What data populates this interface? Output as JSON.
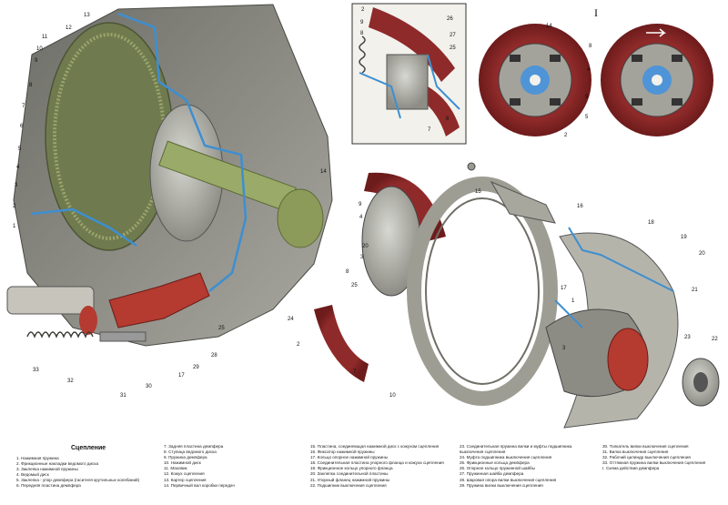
{
  "legend": {
    "title": "Сцепление",
    "columns": [
      [
        "1. Нажимная пружина",
        "2. Фрикционные накладки ведомого диска",
        "3. Заклепка нажимной пружины",
        "4. Ведомый диск",
        "5. Заклепка - упор демпфера (гасителя крутильных колебаний)",
        "6. Передняя пластина демпфера"
      ],
      [
        "7. Задняя пластина демпфера",
        "8. Ступица ведомого диска",
        "9. Пружина демпфера",
        "10. Нажимной диск",
        "11. Маховик",
        "12. Кожух сцепления",
        "13. Картер сцепления",
        "14. Первичный вал коробки передач"
      ],
      [
        "15. Пластина, соединяющая нажимной диск с кожухом сцепления",
        "16. Фиксатор нажимной пружины",
        "17. Кольцо опорное нажимной пружины",
        "18. Соединительная пластина упорного фланца и кожуха сцепления",
        "19. Фрикционное кольцо упорного фланца",
        "20. Заклепка соединительной пластины",
        "21. Упорный фланец нажимной пружины",
        "22. Подшипник выключения сцепления"
      ],
      [
        "23. Соединительная пружина вилки и муфты подшипника",
        "    выключения сцепления",
        "24. Муфта подшипника выключения сцепления",
        "25. Фрикционные кольца демпфера",
        "26. Опорное кольцо пружинной шайбы",
        "27. Пружинная шайба демпфера",
        "28. Шаровая опора вилки выключения сцепления",
        "29. Пружина вилки выключения сцепления"
      ],
      [
        "30. Толкатель вилки выключения сцепления",
        "31. Вилка выключения сцепления",
        "32. Рабочий цилиндр выключения сцепления",
        "33. Оттяжная пружина вилки выключения сцепления",
        "",
        "I.   Схема действия демпфера"
      ]
    ]
  },
  "detail_label": "I",
  "callouts": [
    {
      "t": "13"
    },
    {
      "t": "12"
    },
    {
      "t": "11"
    },
    {
      "t": "10"
    },
    {
      "t": "9"
    },
    {
      "t": "8"
    },
    {
      "t": "7"
    },
    {
      "t": "6"
    },
    {
      "t": "5"
    },
    {
      "t": "4"
    },
    {
      "t": "3"
    },
    {
      "t": "2"
    },
    {
      "t": "1"
    },
    {
      "t": "14"
    },
    {
      "t": "24"
    },
    {
      "t": "25"
    },
    {
      "t": "28"
    },
    {
      "t": "29"
    },
    {
      "t": "17"
    },
    {
      "t": "31"
    },
    {
      "t": "30"
    },
    {
      "t": "32"
    },
    {
      "t": "33"
    },
    {
      "t": "2"
    },
    {
      "t": "9"
    },
    {
      "t": "8"
    },
    {
      "t": "26"
    },
    {
      "t": "27"
    },
    {
      "t": "25"
    },
    {
      "t": "6"
    },
    {
      "t": "7"
    },
    {
      "t": "14"
    },
    {
      "t": "8"
    },
    {
      "t": "4"
    },
    {
      "t": "9"
    },
    {
      "t": "5"
    },
    {
      "t": "2"
    },
    {
      "t": "15"
    },
    {
      "t": "9"
    },
    {
      "t": "4"
    },
    {
      "t": "20"
    },
    {
      "t": "3"
    },
    {
      "t": "8"
    },
    {
      "t": "25"
    },
    {
      "t": "2"
    },
    {
      "t": "7"
    },
    {
      "t": "16"
    },
    {
      "t": "10"
    },
    {
      "t": "18"
    },
    {
      "t": "19"
    },
    {
      "t": "20"
    },
    {
      "t": "21"
    },
    {
      "t": "17"
    },
    {
      "t": "1"
    },
    {
      "t": "3"
    },
    {
      "t": "23"
    },
    {
      "t": "22"
    }
  ]
}
